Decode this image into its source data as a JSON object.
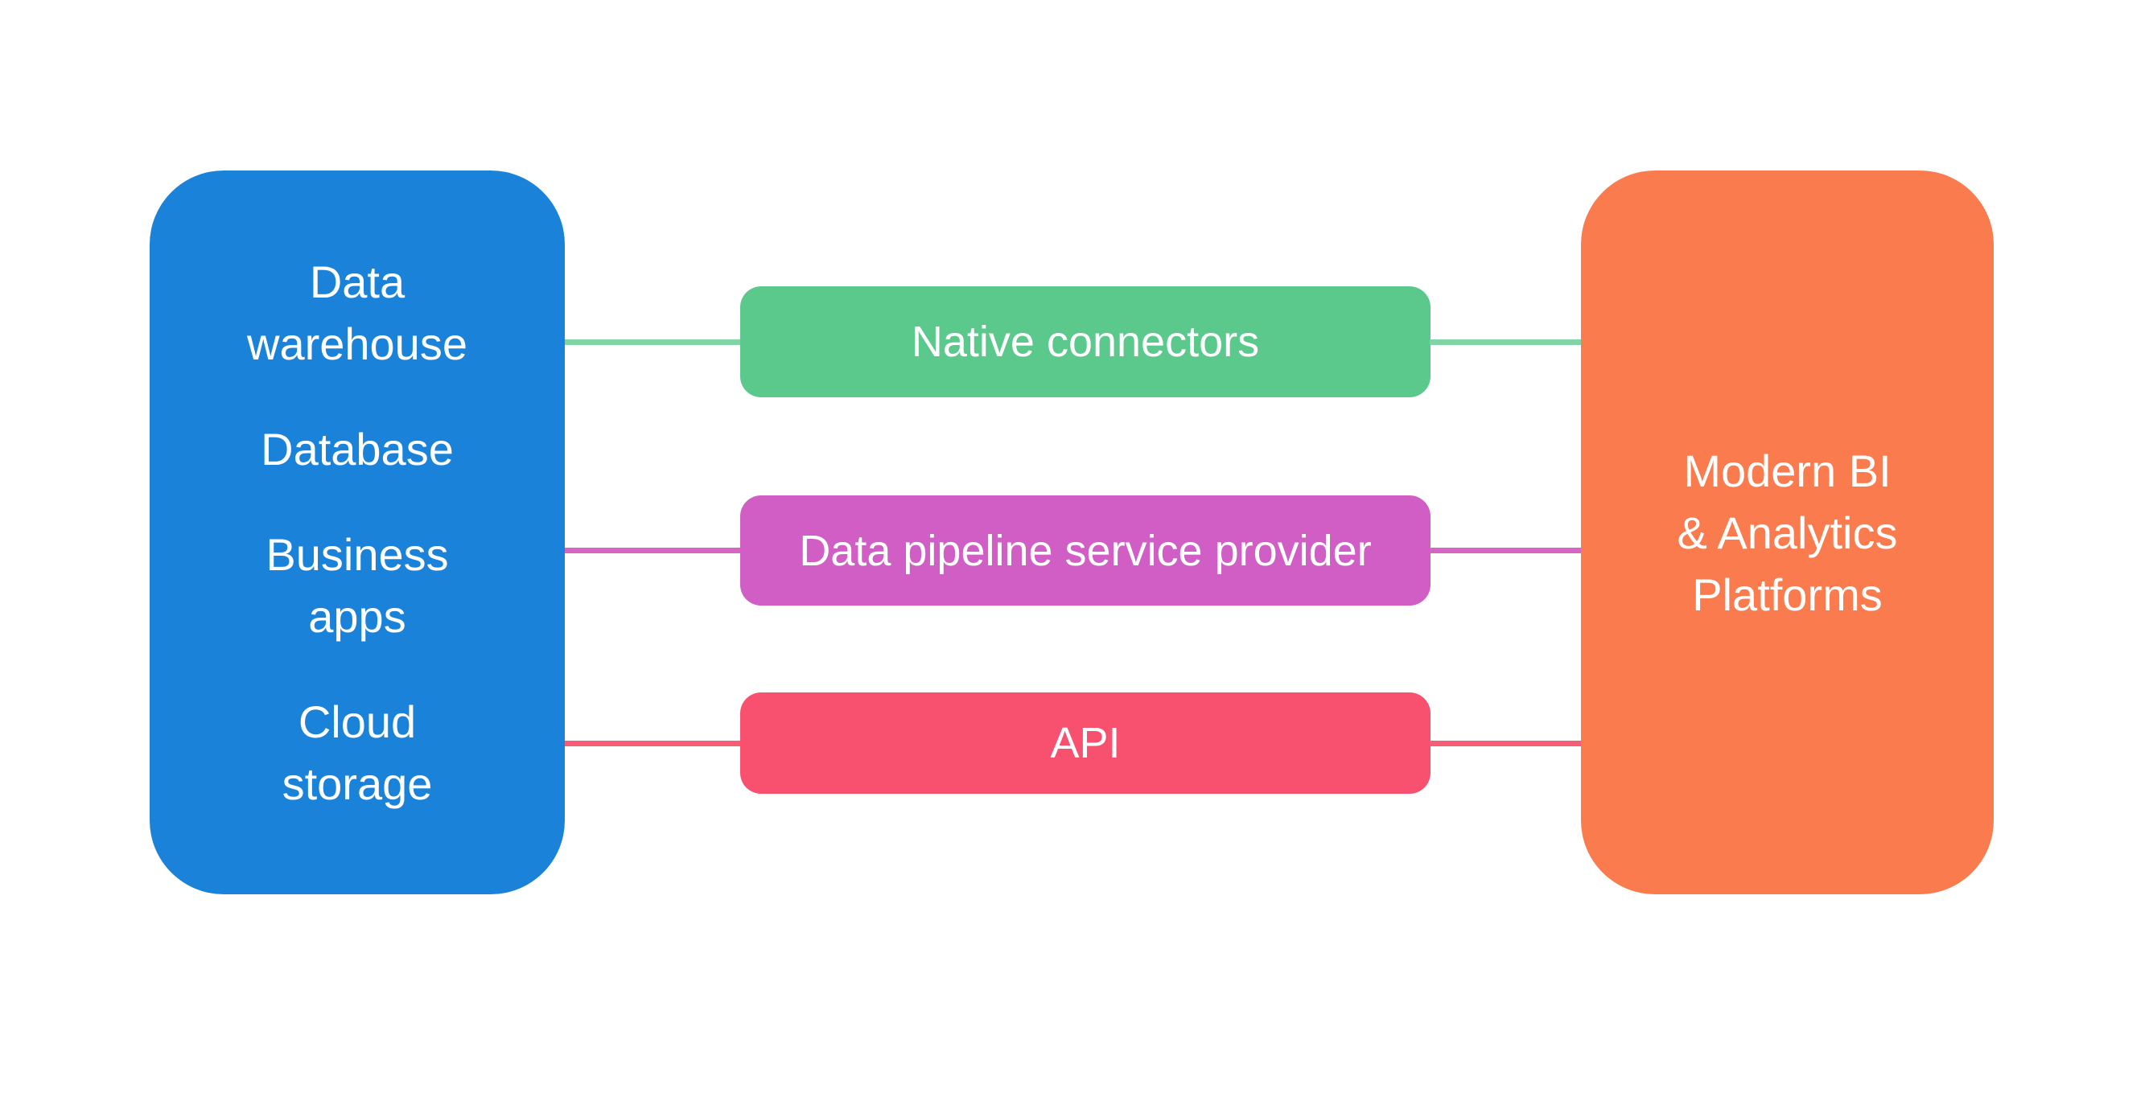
{
  "diagram": {
    "background_color": "#ffffff",
    "text_color": "#ffffff",
    "source_box": {
      "color": "#1b82d9",
      "items": [
        {
          "label": "Data\nwarehouse"
        },
        {
          "label": "Database"
        },
        {
          "label": "Business\napps"
        },
        {
          "label": "Cloud\nstorage"
        }
      ]
    },
    "connectors": [
      {
        "label": "Native connectors",
        "box_color": "#5bc98b",
        "line_color": "#82d3a6"
      },
      {
        "label": "Data pipeline service provider",
        "box_color": "#d05ec4",
        "line_color": "#d666c2"
      },
      {
        "label": "API",
        "box_color": "#f8506f",
        "line_color": "#f75d77"
      }
    ],
    "target_box": {
      "color": "#fa7b4d",
      "label": "Modern BI\n& Analytics\nPlatforms"
    }
  }
}
